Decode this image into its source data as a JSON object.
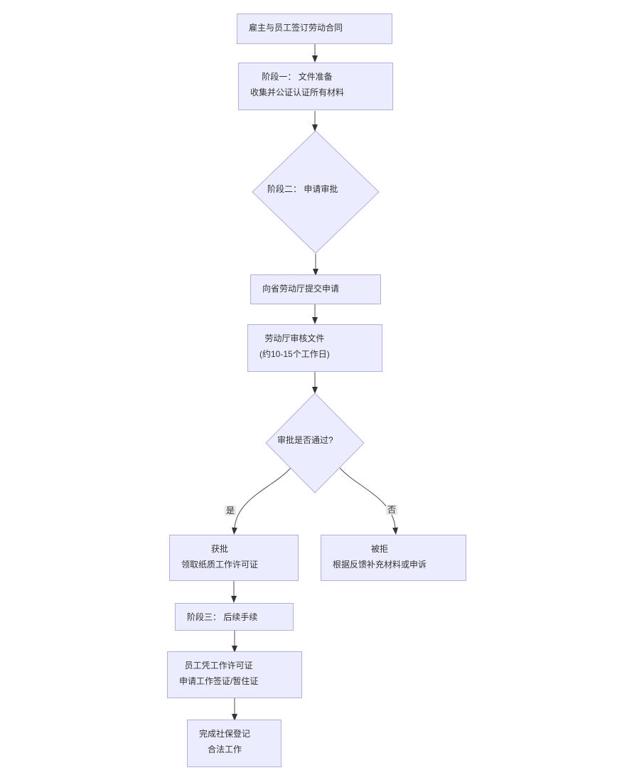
{
  "diagram": {
    "type": "flowchart",
    "direction": "top-down",
    "colors": {
      "background": "#ffffff",
      "node_fill": "#ECECFF",
      "node_border": "#b3aede",
      "edge_line": "#4d4d4d",
      "arrowhead": "#333333",
      "text": "#333333",
      "edge_label_bg": "#e8e8e8"
    },
    "nodes": [
      {
        "id": "contract",
        "shape": "rect",
        "lines": [
          "雇主与员工签订劳动合同"
        ]
      },
      {
        "id": "stage1",
        "shape": "rect",
        "lines": [
          "阶段一： 文件准备",
          "收集并公证认证所有材料"
        ]
      },
      {
        "id": "stage2",
        "shape": "diamond",
        "lines": [
          "阶段二： 申请审批"
        ]
      },
      {
        "id": "submit",
        "shape": "rect",
        "lines": [
          "向省劳动厅提交申请"
        ]
      },
      {
        "id": "review",
        "shape": "rect",
        "lines": [
          "劳动厅审核文件",
          "(约10-15个工作日)"
        ]
      },
      {
        "id": "decision",
        "shape": "diamond",
        "lines": [
          "审批是否通过?"
        ]
      },
      {
        "id": "approved",
        "shape": "rect",
        "lines": [
          "获批",
          "领取纸质工作许可证"
        ]
      },
      {
        "id": "rejected",
        "shape": "rect",
        "lines": [
          "被拒",
          "根据反馈补充材料或申诉"
        ]
      },
      {
        "id": "stage3",
        "shape": "rect",
        "lines": [
          "阶段三： 后续手续"
        ]
      },
      {
        "id": "visa",
        "shape": "rect",
        "lines": [
          "员工凭工作许可证",
          "申请工作签证/暂住证"
        ]
      },
      {
        "id": "social",
        "shape": "rect",
        "lines": [
          "完成社保登记",
          "合法工作"
        ]
      }
    ],
    "edges": [
      {
        "from": "contract",
        "to": "stage1",
        "label": ""
      },
      {
        "from": "stage1",
        "to": "stage2",
        "label": ""
      },
      {
        "from": "stage2",
        "to": "submit",
        "label": ""
      },
      {
        "from": "submit",
        "to": "review",
        "label": ""
      },
      {
        "from": "review",
        "to": "decision",
        "label": ""
      },
      {
        "from": "decision",
        "to": "approved",
        "label": "是"
      },
      {
        "from": "decision",
        "to": "rejected",
        "label": "否"
      },
      {
        "from": "approved",
        "to": "stage3",
        "label": ""
      },
      {
        "from": "stage3",
        "to": "visa",
        "label": ""
      },
      {
        "from": "visa",
        "to": "social",
        "label": ""
      }
    ]
  }
}
